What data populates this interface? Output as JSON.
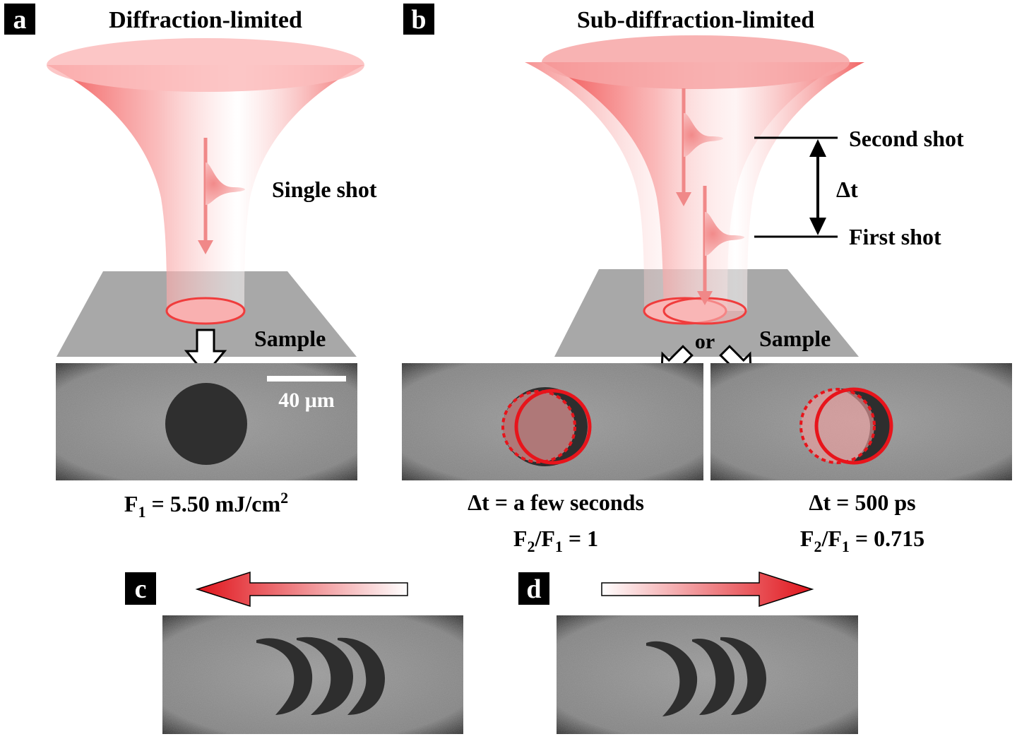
{
  "panels": {
    "a": {
      "letter": "a",
      "title": "Diffraction-limited"
    },
    "b": {
      "letter": "b",
      "title": "Sub-diffraction-limited"
    },
    "c": {
      "letter": "c"
    },
    "d": {
      "letter": "d"
    }
  },
  "labels": {
    "single_shot": "Single shot",
    "second_shot": "Second shot",
    "first_shot": "First shot",
    "delta_t": "Δt",
    "sample_a": "Sample",
    "sample_b": "Sample",
    "or": "or",
    "scale_bar": "40 μm"
  },
  "captions": {
    "a_fluence": {
      "prefix": "F",
      "sub": "1",
      "value": " = 5.50 mJ/cm",
      "sup": "2"
    },
    "b_left_dt": "Δt = a few seconds",
    "b_left_ratio": {
      "f2": "F",
      "s2": "2",
      "mid": "/F",
      "s1": "1",
      "value": " = 1"
    },
    "b_right_dt": "Δt = 500 ps",
    "b_right_ratio": {
      "f2": "F",
      "s2": "2",
      "mid": "/F",
      "s1": "1",
      "value": " = 0.715"
    }
  },
  "colors": {
    "beam": "#f06a6a",
    "beam_light": "#ffd6d6",
    "spot_outline": "#e8141b",
    "sample_plate": "#a9a9a9",
    "micrograph_bg": "#8a8a8a",
    "ablation": "#2e2e2e",
    "panel_tag_bg": "#000000"
  }
}
